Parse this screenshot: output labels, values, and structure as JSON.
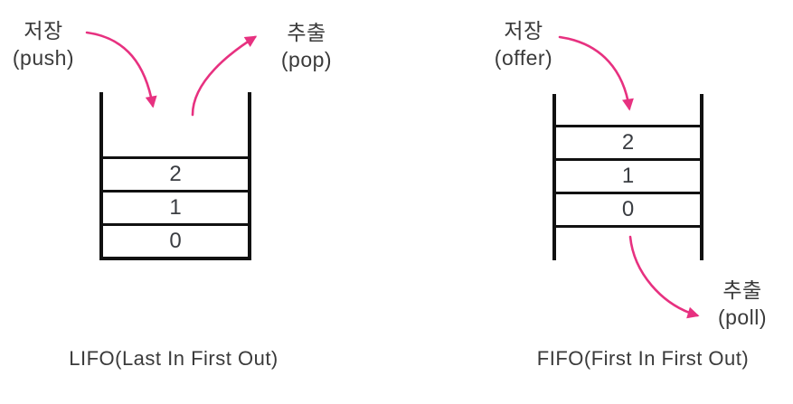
{
  "lifo": {
    "store": {
      "korean": "저장",
      "method": "(push)"
    },
    "extract": {
      "korean": "추출",
      "method": "(pop)"
    },
    "cells": [
      "2",
      "1",
      "0"
    ],
    "caption": "LIFO(Last In First Out)"
  },
  "fifo": {
    "store": {
      "korean": "저장",
      "method": "(offer)"
    },
    "extract": {
      "korean": "추출",
      "method": "(poll)"
    },
    "cells": [
      "2",
      "1",
      "0"
    ],
    "caption": "FIFO(First In First Out)"
  },
  "colors": {
    "arrow": "#e73180",
    "text": "#3a3a3a",
    "structure": "#111111",
    "background": "#ffffff"
  }
}
